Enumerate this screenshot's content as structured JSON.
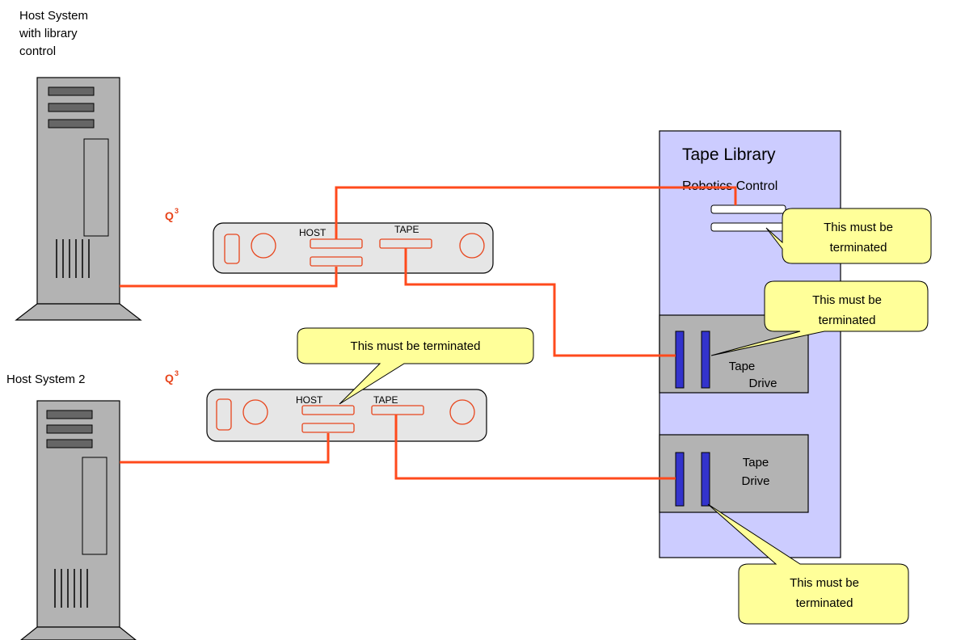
{
  "hosts": {
    "host1": {
      "label_lines": [
        "Host System",
        "with library",
        "control"
      ]
    },
    "host2": {
      "label": "Host System 2"
    }
  },
  "bridges": {
    "top": {
      "logo": "Q",
      "logo_sup": "3",
      "host_label": "HOST",
      "tape_label": "TAPE"
    },
    "bottom": {
      "logo": "Q",
      "logo_sup": "3",
      "host_label": "HOST",
      "tape_label": "TAPE"
    }
  },
  "library": {
    "title": "Tape Library",
    "robotics_label": "Robotics Control",
    "drive1": {
      "label_lines": [
        "Tape",
        "Drive"
      ]
    },
    "drive2": {
      "label_lines": [
        "Tape",
        "Drive"
      ]
    }
  },
  "callouts": {
    "robotics": [
      "This must be",
      "terminated"
    ],
    "drive1": [
      "This must be",
      "terminated"
    ],
    "bridge": [
      "This must be terminated"
    ],
    "drive2": [
      "This must be",
      "terminated"
    ]
  },
  "colors": {
    "cable": "#ff4a1c",
    "library_fill": "#ccccff",
    "drive_fill": "#b3b3b3",
    "callout_fill": "#ffff99",
    "connector_blue": "#3333cc",
    "host_body": "#b3b3b3"
  }
}
